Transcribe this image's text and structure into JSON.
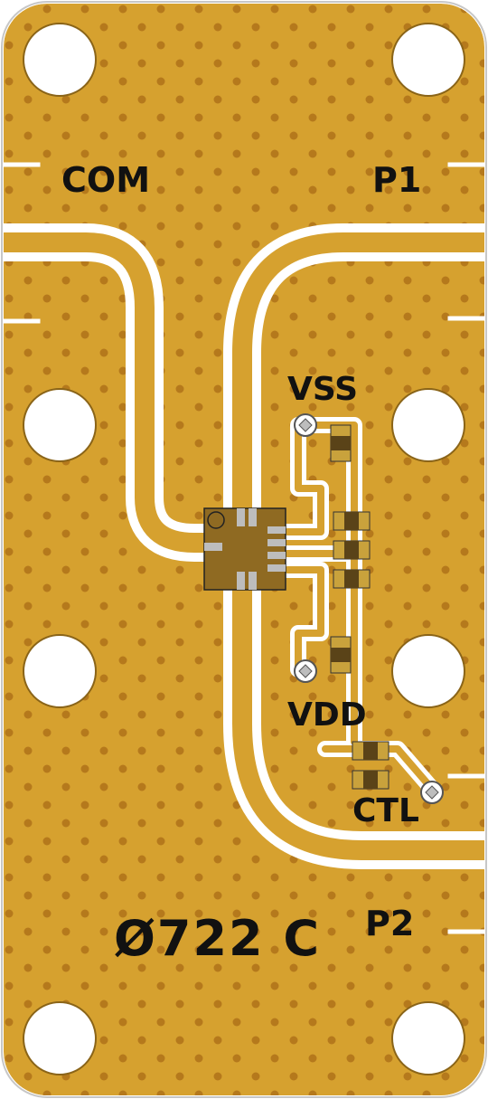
{
  "board": {
    "colors": {
      "copper": "#D6A12F",
      "via": "#B5791C",
      "trace_gap": "#FFFFFF",
      "ic_body": "#8F6A22",
      "ic_pad": "#BDBDBD",
      "component": "#5A4318",
      "component_pad": "#C9A23C",
      "silkscreen": "#111111"
    },
    "labels": {
      "com": "COM",
      "p1": "P1",
      "p2": "P2",
      "vss": "VSS",
      "vdd": "VDD",
      "ctl": "CTL",
      "part_number": "Ø722 C"
    }
  }
}
